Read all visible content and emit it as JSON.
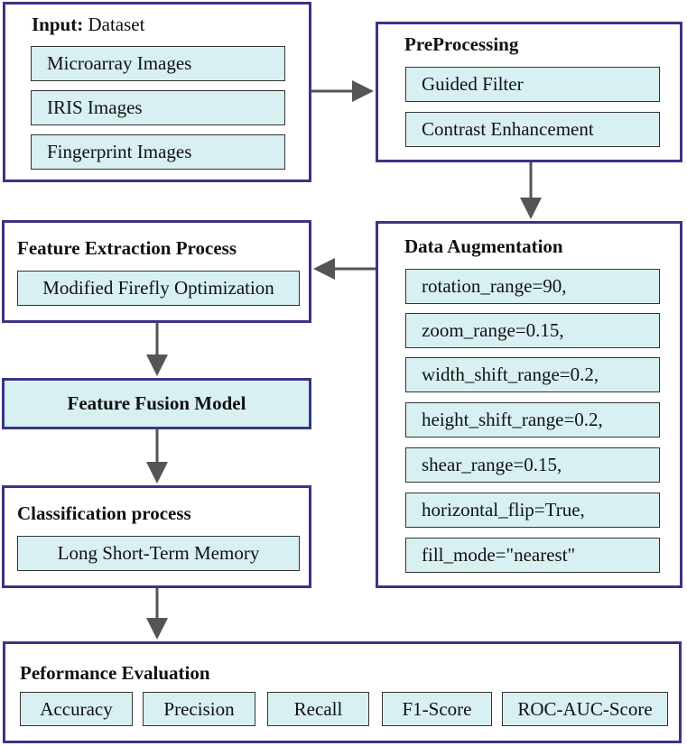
{
  "input": {
    "title_bold": "Input:",
    "title_rest": " Dataset",
    "items": [
      "Microarray Images",
      "IRIS Images",
      "Fingerprint Images"
    ]
  },
  "preprocessing": {
    "title": "PreProcessing",
    "items": [
      "Guided Filter",
      "Contrast Enhancement"
    ]
  },
  "augmentation": {
    "title": "Data Augmentation",
    "items": [
      "rotation_range=90,",
      "zoom_range=0.15,",
      "width_shift_range=0.2,",
      "height_shift_range=0.2,",
      "shear_range=0.15,",
      "horizontal_flip=True,",
      "fill_mode=\"nearest\""
    ]
  },
  "feature_extraction": {
    "title": "Feature Extraction Process",
    "items": [
      "Modified Firefly Optimization"
    ]
  },
  "fusion": {
    "title": "Feature Fusion Model"
  },
  "classification": {
    "title": "Classification process",
    "items": [
      "Long Short-Term Memory"
    ]
  },
  "evaluation": {
    "title": "Peformance Evaluation",
    "items": [
      "Accuracy",
      "Precision",
      "Recall",
      "F1-Score",
      "ROC-AUC-Score"
    ]
  },
  "colors": {
    "border": "#3b3486",
    "box_fill": "#d8f0f2",
    "arrow": "#555555"
  }
}
